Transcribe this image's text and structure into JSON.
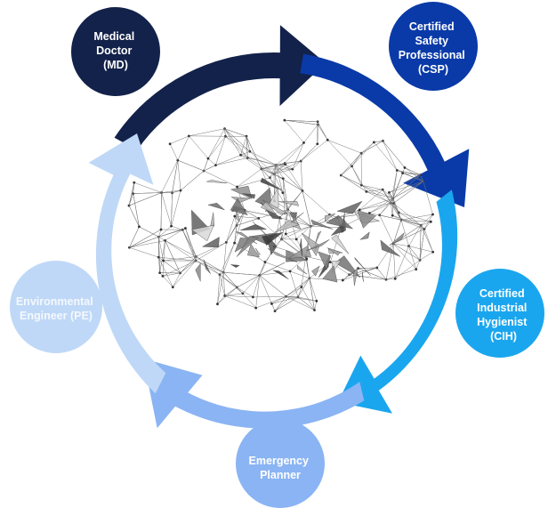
{
  "diagram": {
    "center_image": "polygonal-handshake",
    "colors": {
      "md": "#13224a",
      "csp": "#0a3aa8",
      "cih": "#1aa6ee",
      "planner": "#8ab4f3",
      "pe": "#bfd8f7",
      "text_light": "#ffffff",
      "text_pe": "#f4f8fe"
    },
    "nodes": [
      {
        "id": "md",
        "lines": [
          "Medical",
          "Doctor",
          "(MD)"
        ]
      },
      {
        "id": "csp",
        "lines": [
          "Certified",
          "Safety",
          "Professional",
          "(CSP)"
        ]
      },
      {
        "id": "cih",
        "lines": [
          "Certified",
          "Industrial",
          "Hygienist",
          "(CIH)"
        ]
      },
      {
        "id": "planner",
        "lines": [
          "Emergency",
          "Planner"
        ]
      },
      {
        "id": "pe",
        "lines": [
          "Environmental",
          "Engineer (PE)"
        ]
      }
    ]
  }
}
